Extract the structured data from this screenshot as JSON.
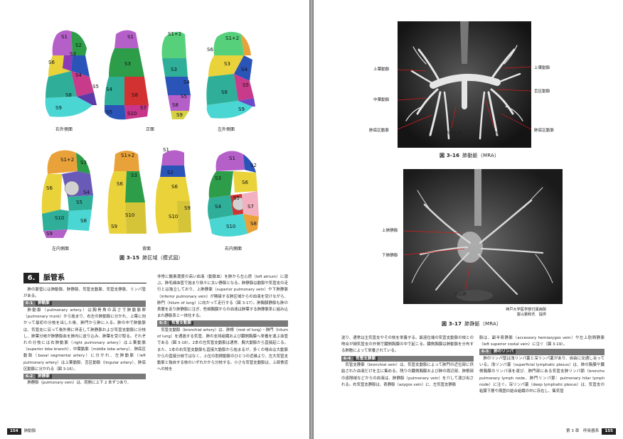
{
  "left_page": {
    "figure": {
      "number": "図 3-15",
      "title": "肺区域（模式図）",
      "views": [
        {
          "label": "右外側面",
          "segments": [
            "S1",
            "S2",
            "S3",
            "S6",
            "S4",
            "S5",
            "S8",
            "S9"
          ]
        },
        {
          "label": "正面",
          "segments": [
            "S1",
            "S3",
            "S4",
            "S5",
            "S8",
            "S10",
            "S7"
          ]
        },
        {
          "label": "左外側面",
          "segments": [
            "S1+2",
            "S3",
            "S4",
            "S5",
            "S8",
            "S9"
          ]
        },
        {
          "label": "",
          "segments": [
            "S1+2",
            "S6",
            "S3",
            "S4",
            "S5",
            "S8",
            "S9"
          ]
        },
        {
          "label": "左内側面",
          "segments": [
            "S1+2",
            "S3",
            "S6",
            "S4",
            "S5",
            "S8",
            "S10",
            "S9"
          ]
        },
        {
          "label": "背面",
          "segments": [
            "S1+2",
            "S3",
            "S6",
            "S10",
            "S9"
          ]
        },
        {
          "label": "",
          "segments": [
            "S1",
            "S2",
            "S6",
            "S10",
            "S9"
          ]
        },
        {
          "label": "右内側面",
          "segments": [
            "S1",
            "S3",
            "S2",
            "S6",
            "S4",
            "S5",
            "S7",
            "S8",
            "S10"
          ]
        }
      ]
    },
    "section": {
      "number": "6.",
      "title": "脈管系"
    },
    "col1": {
      "intro": "肺の脈管には肺動脈、肺静脈、気管支動脈、気管支静脈、リンパ管がある。",
      "sub1": {
        "num": "6-1",
        "title": "肺動脈"
      },
      "para1": "肺動脈（pulmonary artery）は胸骨角の高さで肺動脈幹（pulmonary trunk）から始まり、右左の肺動脈に分かれ、上葉に向かって最初の分枝を出した後、肺門から肺に入る。肺の中で肺動脈は、気管支に沿って後外側に伴走して肺静脈および気管支動脈に分枝し、肺葉分岐が肺静脈血を肺内に送り込み、肺葉を受け取る。それぞれの分枝には右肺動脈（right pulmonary artery）は上葉動脈（superior lobe branch）、中葉動脈（middle lobe artery）、肺底区動脈（basal segmental artery）に分かれ、左肺動脈（left pulmonary artery）は上葉動脈、舌区動脈（lingular artery）、肺底区動脈に分かれる（図 3-16）。",
      "sub2": {
        "num": "6-2",
        "title": "肺静脈"
      },
      "para2": "肺静脈（pulmonary vein）は、両側に上下 2 本ずつあり、"
    },
    "col2": {
      "para1": "非常に酸素濃度の高い血液（動脈血）を肺から左心房（left atrium）に運ぶ。肺毛細血管で始まり徐々に太い静脈となる。肺静脈は動脈や気管支の走行とは独立しており、上肺静脈（superior pulmonary vein）や下肺静脈（inferior pulmonary vein）が隣接する肺区域からの血液を受けながら、肺門（hilum of lung）に向かって走行する（図 3-17）。肺胸膜静脈も肺の表層を走り肺静脈に注ぎ、些細胸膜からの血液は肺葉する肺静脈系に組み込まれ静脈系と一体化する。",
      "sub3": {
        "num": "6-3",
        "title": "気管支動脈"
      },
      "para2": "気管支動脈（bronchial artery）は、肺根（root of lung）・肺門（hilum of lung）を通過する気管、肺の支持組織および臓側胸膜へ栄養を運ぶ血管である（図 3-18）。2本の左気管支動脈は通常、胸大動脈から直接起こる。また、1本の右気管支動脈も直接大動脈から始まるが、多くの場合は大動脈からの直接分岐ではなく、上位の肋間動脈のひとつの近縁より、左大気管支動脈と独自する枝のいずれかから分枝する。小さな気管支動脈は、上部食道への枝を"
    },
    "footer": {
      "page_no": "154",
      "title": "肺動脈"
    }
  },
  "right_page": {
    "figure16": {
      "number": "図 3-16",
      "title": "肺動脈（MRA）",
      "labels_left": [
        "上葉動脈",
        "中葉動脈",
        "肺底区動脈"
      ],
      "labels_bottom": [
        "右肺動脈",
        "左肺動脈"
      ],
      "labels_right": [
        "上葉動脈",
        "舌区動脈",
        "肺底区動脈"
      ]
    },
    "figure17": {
      "number": "図 3-17",
      "title": "肺静脈（MRA）",
      "labels": [
        "上肺静脈",
        "下肺静脈",
        "左心房"
      ],
      "credit_line1": "神戸大学医学部付属病院",
      "credit_line2": "富山憲和氏　提供"
    },
    "col1": {
      "para1": "送り、通常は主気管支やその枝を栄養する。最遠位端の気管支動脈の枝との吻合が細気管支の外側で臓側胸膜の中で起こる。臓側胸膜は肺動脈を分布する肺胞によって栄養されている。",
      "sub4": {
        "num": "6-4",
        "title": "気管支静脈"
      },
      "para2": "気管支静脈（bronchial vein）は、気管支動脈によって肺門の近位部に供給された血液だけを主に集める。残りの臓側胸膜および肺の周辺部、肺根部の遠隔域などからの血液は、肺静脈（pulmonary vein）を介して運び出される。右気管支静脈は、奇静脈（azygos vein）に、左気管支静脈"
    },
    "col2": {
      "para1": "脈は、副半奇静脈（accessory hemiazygos vein）や左上肋間静脈（left superior costal vein）に注ぐ（図 3-19）。",
      "sub5": {
        "num": "6-5",
        "title": "肺のリンパ"
      },
      "para2": "肺のリンパ管は浅リンパ叢と深リンパ叢があり、自由に交通し合っている。浅リンパ叢（superficial lymphatic plexus）は、肺の胸膜や臓側胸膜のリンパ液を運び、肺門部にある気管支肺リンパ節（broncho pulmonary lymph node、肺門リンパ節：pulmonary hilar lymph node）に注ぐ。深リンパ叢（deep lymphatic plexus）は、気管支の粘膜下層や周囲の結合組織の中に存在し、集気管"
    },
    "footer": {
      "chapter": "第 3 章　呼吸器系",
      "page_no": "155"
    }
  }
}
